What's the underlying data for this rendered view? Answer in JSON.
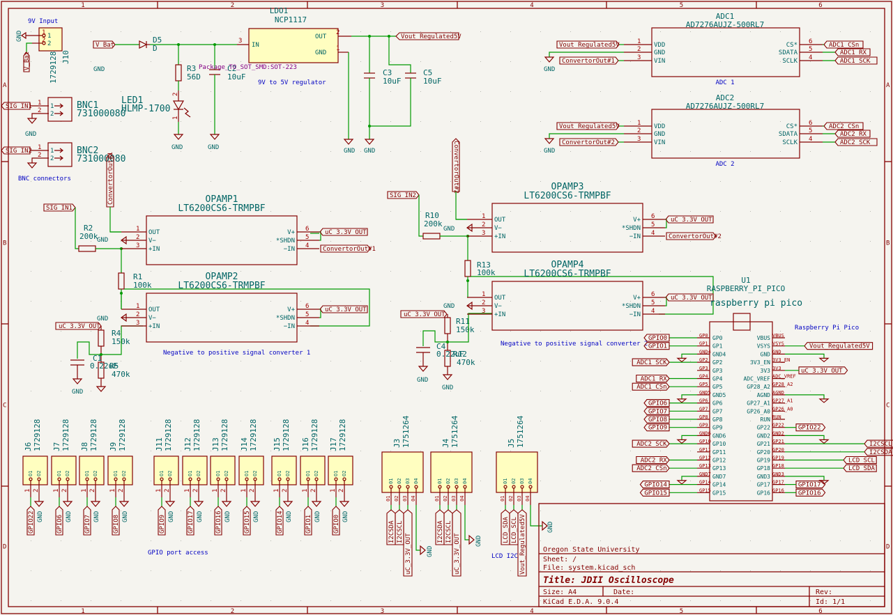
{
  "border": {
    "columns": [
      "1",
      "2",
      "3",
      "4",
      "5",
      "6"
    ],
    "rows": [
      "A",
      "B",
      "C",
      "D"
    ]
  },
  "power": {
    "title": "9V Input",
    "j10": {
      "ref": "J10",
      "value": "1729128",
      "pins": [
        "1",
        "2"
      ]
    },
    "vbat": "V_Bat",
    "gnd": "GND",
    "d5": {
      "ref": "D5",
      "value": "D"
    },
    "r3": {
      "ref": "R3",
      "value": "56D"
    },
    "c2": {
      "ref": "C2",
      "value": "10uF"
    },
    "led1": {
      "ref": "LED1",
      "value": "HLMP-1700",
      "pins": [
        "2",
        "1"
      ]
    },
    "ldo": {
      "ref": "LDO1",
      "value": "NCP1117",
      "footprint": "Package_TO_SOT_SMD:SOT-223",
      "pin_in": "IN",
      "pin_out": "OUT",
      "pin_gnd": "GND",
      "num_in": "3",
      "num_out": "2",
      "num_gnd": "1"
    },
    "note": "9V to 5V regulator",
    "c3": {
      "ref": "C3",
      "value": "10uF"
    },
    "c5": {
      "ref": "C5",
      "value": "10uF"
    },
    "vout": "Vout_Regulated5V"
  },
  "bnc": {
    "note": "BNC connectors",
    "bnc1": {
      "ref": "BNC1",
      "value": "731000080",
      "net": "SIG_IN1"
    },
    "bnc2": {
      "ref": "BNC2",
      "value": "731000080",
      "net": "SIG_IN2"
    },
    "gnd": "GND"
  },
  "adc": [
    {
      "ref": "ADC1",
      "value": "AD7276AUJZ-500RL7",
      "note": "ADC 1",
      "vdd": "Vout_Regulated5V",
      "vin": "ConvertorOut#1",
      "cs": "ADC1_CSn",
      "rx": "ADC1_RX",
      "sck": "ADC1_SCK",
      "pins_left": [
        {
          "num": "1",
          "name": "VDD"
        },
        {
          "num": "2",
          "name": "GND"
        },
        {
          "num": "3",
          "name": "VIN"
        }
      ],
      "pins_right": [
        {
          "num": "6",
          "name": "CS*"
        },
        {
          "num": "5",
          "name": "SDATA"
        },
        {
          "num": "4",
          "name": "SCLK"
        }
      ],
      "gnd": "GND"
    },
    {
      "ref": "ADC2",
      "value": "AD7276AUJZ-500RL7",
      "note": "ADC 2",
      "vdd": "Vout_Regulated5V",
      "vin": "ConvertorOut#2",
      "cs": "ADC2_CSn",
      "rx": "ADC2_RX",
      "sck": "ADC2_SCK",
      "pins_left": [
        {
          "num": "1",
          "name": "VDD"
        },
        {
          "num": "2",
          "name": "GND"
        },
        {
          "num": "3",
          "name": "VIN"
        }
      ],
      "pins_right": [
        {
          "num": "6",
          "name": "CS*"
        },
        {
          "num": "5",
          "name": "SDATA"
        },
        {
          "num": "4",
          "name": "SCLK"
        }
      ],
      "gnd": "GND"
    }
  ],
  "opamp_pins": {
    "left": [
      {
        "num": "1",
        "name": "OUT"
      },
      {
        "num": "2",
        "name": "V−"
      },
      {
        "num": "3",
        "name": "+IN"
      }
    ],
    "right": [
      {
        "num": "6",
        "name": "V+"
      },
      {
        "num": "5",
        "name": "*SHDN"
      },
      {
        "num": "4",
        "name": "−IN"
      }
    ]
  },
  "conv1": {
    "note": "Negative to positive signal converter 1",
    "opamp1": {
      "ref": "OPAMP1",
      "value": "LT6200CS6-TRMPBF",
      "supply": "uC_3.3V_OUT",
      "out_net": "ConvertorOut#1"
    },
    "opamp2": {
      "ref": "OPAMP2",
      "value": "LT6200CS6-TRMPBF",
      "supply": "uC_3.3V_OUT"
    },
    "sig": "SIG_IN1",
    "conv_vert": "ConvertorOut#1",
    "r2": {
      "ref": "R2",
      "value": "200k"
    },
    "r1": {
      "ref": "R1",
      "value": "100k"
    },
    "r4": {
      "ref": "R4",
      "value": "150k"
    },
    "r5": {
      "ref": "R5",
      "value": "470k"
    },
    "c1": {
      "ref": "C1",
      "value": "0.22uF"
    },
    "bias": "uC_3.3V_OUT",
    "gnd": "GND"
  },
  "conv2": {
    "note": "Negative to positive signal converter 2",
    "opamp3": {
      "ref": "OPAMP3",
      "value": "LT6200CS6-TRMPBF",
      "supply": "uC_3.3V_OUT",
      "out_net": "ConvertorOut#2"
    },
    "opamp4": {
      "ref": "OPAMP4",
      "value": "LT6200CS6-TRMPBF",
      "supply": "uC_3.3V_OUT"
    },
    "sig": "SIG_IN2",
    "conv_vert": "ConvertorOut#2",
    "r10": {
      "ref": "R10",
      "value": "200k"
    },
    "r13": {
      "ref": "R13",
      "value": "100k"
    },
    "r11": {
      "ref": "R11",
      "value": "150k"
    },
    "r12": {
      "ref": "R12",
      "value": "470k"
    },
    "c4": {
      "ref": "C4",
      "value": "0.22uF"
    },
    "bias": "uC_3.3V_OUT",
    "gnd": "GND"
  },
  "pico": {
    "ref": "U1",
    "value": "RASPBERRY_PI_PICO",
    "big_label": "raspberry pi pico",
    "note": "Raspberry Pi Pico",
    "left": [
      {
        "pin": "GP0",
        "name": "GP0",
        "net": "GPIO0"
      },
      {
        "pin": "GP1",
        "name": "GP1",
        "net": "GPIO1"
      },
      {
        "pin": "GND4",
        "name": "GND4",
        "net": "GND"
      },
      {
        "pin": "GP2",
        "name": "GP2",
        "net": "ADC1_SCK"
      },
      {
        "pin": "GP3",
        "name": "GP3",
        "net": ""
      },
      {
        "pin": "GP4",
        "name": "GP4",
        "net": "ADC1_RX"
      },
      {
        "pin": "GP5",
        "name": "GP5",
        "net": "ADC1_CSn"
      },
      {
        "pin": "GND5",
        "name": "GND5",
        "net": "GND"
      },
      {
        "pin": "GP6",
        "name": "GP6",
        "net": "GPIO6"
      },
      {
        "pin": "GP7",
        "name": "GP7",
        "net": "GPIO7"
      },
      {
        "pin": "GP8",
        "name": "GP8",
        "net": "GPIO8"
      },
      {
        "pin": "GP9",
        "name": "GP9",
        "net": "GPIO9"
      },
      {
        "pin": "GND6",
        "name": "GND6",
        "net": "GND"
      },
      {
        "pin": "GP10",
        "name": "GP10",
        "net": "ADC2_SCK"
      },
      {
        "pin": "GP11",
        "name": "GP11",
        "net": ""
      },
      {
        "pin": "GP12",
        "name": "GP12",
        "net": "ADC2_RX"
      },
      {
        "pin": "GP13",
        "name": "GP13",
        "net": "ADC2_CSn"
      },
      {
        "pin": "GND7",
        "name": "GND7",
        "net": "GND"
      },
      {
        "pin": "GP14",
        "name": "GP14",
        "net": "GPIO14"
      },
      {
        "pin": "GP15",
        "name": "GP15",
        "net": "GPIO15"
      }
    ],
    "right": [
      {
        "pin": "VBUS",
        "name": "VBUS",
        "net": ""
      },
      {
        "pin": "VSYS",
        "name": "VSYS",
        "net": "Vout_Regulated5V"
      },
      {
        "pin": "GND",
        "name": "GND",
        "net": "GND"
      },
      {
        "pin": "3V3_EN",
        "name": "3V3_EN",
        "net": ""
      },
      {
        "pin": "3V3",
        "name": "3V3",
        "net": "uC_3.3V_OUT"
      },
      {
        "pin": "ADC_VREF",
        "name": "ADC_VREF",
        "net": ""
      },
      {
        "pin": "GP28_A2",
        "name": "GP28_A2",
        "net": ""
      },
      {
        "pin": "AGND",
        "name": "AGND",
        "net": "GND"
      },
      {
        "pin": "GP27_A1",
        "name": "GP27_A1",
        "net": ""
      },
      {
        "pin": "GP26_A0",
        "name": "GP26_A0",
        "net": ""
      },
      {
        "pin": "RUN",
        "name": "RUN",
        "net": ""
      },
      {
        "pin": "GP22",
        "name": "GP22",
        "net": "GPIO22"
      },
      {
        "pin": "GND2",
        "name": "GND2",
        "net": "GND"
      },
      {
        "pin": "GP21",
        "name": "GP21",
        "net": "I2CSCL"
      },
      {
        "pin": "GP20",
        "name": "GP20",
        "net": "I2CSDA"
      },
      {
        "pin": "GP19",
        "name": "GP19",
        "net": "LCD_SCL"
      },
      {
        "pin": "GP18",
        "name": "GP18",
        "net": "LCD_SDA"
      },
      {
        "pin": "GND3",
        "name": "GND3",
        "net": "GND"
      },
      {
        "pin": "GP17",
        "name": "GP17",
        "net": "GPIO17"
      },
      {
        "pin": "GP16",
        "name": "GP16",
        "net": "GPIO16"
      }
    ],
    "gnd": "GND"
  },
  "gpio_headers": {
    "note": "GPIO port access",
    "value": "1729128",
    "items": [
      {
        "ref": "J6",
        "net": "GPIO22"
      },
      {
        "ref": "J7",
        "net": "GPIO6"
      },
      {
        "ref": "J8",
        "net": "GPIO7"
      },
      {
        "ref": "J9",
        "net": "GPIO8"
      },
      {
        "ref": "J11",
        "net": "GPIO9"
      },
      {
        "ref": "J12",
        "net": "GPIO17"
      },
      {
        "ref": "J13",
        "net": "GPIO16"
      },
      {
        "ref": "J14",
        "net": "GPIO15"
      },
      {
        "ref": "J15",
        "net": "GPIO14"
      },
      {
        "ref": "J16",
        "net": "GPIO1"
      },
      {
        "ref": "J17",
        "net": "GPIO0"
      }
    ],
    "gnd": "GND"
  },
  "i2c_headers": {
    "value": "1751264",
    "note": "LCD I2C",
    "pin_names": [
      "01",
      "02",
      "03",
      "04"
    ],
    "items": [
      {
        "ref": "J3",
        "nets": [
          "I2CSDA",
          "I2CSCL",
          "uC_3.3V_OUT"
        ]
      },
      {
        "ref": "J4",
        "nets": [
          "I2CSDA",
          "I2CSCL",
          "uC_3.3V_OUT"
        ]
      },
      {
        "ref": "J5",
        "nets": [
          "LCD_SDA",
          "LCD_SCL",
          "Vout_Regulated5V"
        ]
      }
    ],
    "gnd": "GND"
  },
  "title_block": {
    "company": "Oregon State University",
    "sheet": "Sheet: /",
    "file": "File: system.kicad_sch",
    "title": "Title: JDII Oscilloscope",
    "size": "Size: A4",
    "date": "Date:",
    "rev": "Rev:",
    "tool": "KiCad E.D.A. 9.0.4",
    "id": "Id: 1/1"
  }
}
